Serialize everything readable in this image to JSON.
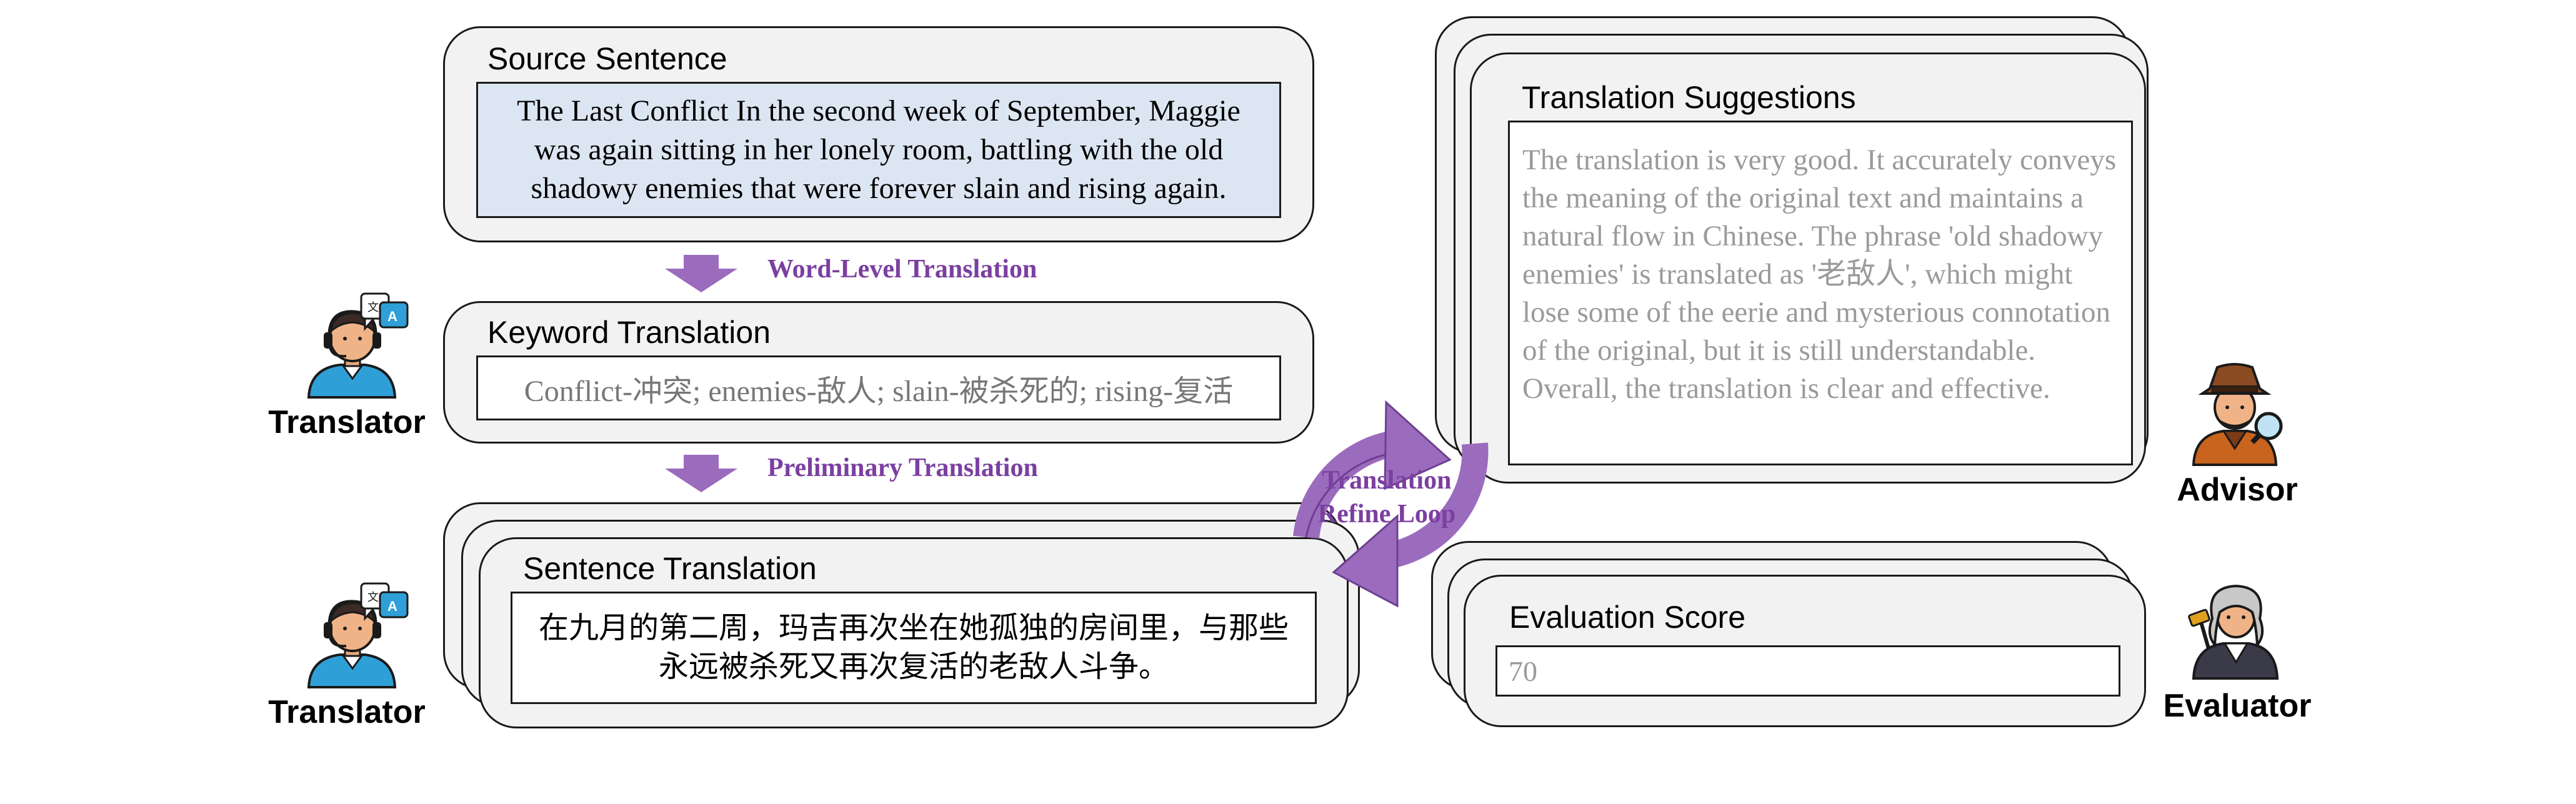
{
  "source": {
    "title": "Source Sentence",
    "text": "The Last Conflict In the second week of September, Maggie was again sitting in her lonely room, battling with the old shadowy enemies that were forever slain and rising again."
  },
  "steps": {
    "word_level": "Word-Level Translation",
    "preliminary": "Preliminary Translation"
  },
  "keyword": {
    "title": "Keyword Translation",
    "text": "Conflict-冲突; enemies-敌人; slain-被杀死的; rising-复活"
  },
  "sentence": {
    "title": "Sentence Translation",
    "text": "在九月的第二周，玛吉再次坐在她孤独的房间里，与那些永远被杀死又再次复活的老敌人斗争。"
  },
  "loop": {
    "line1": "Translation",
    "line2": "Refine Loop"
  },
  "suggestions": {
    "title": "Translation Suggestions",
    "text": "The translation is very good. It accurately conveys the meaning of the original text and maintains a natural flow in Chinese. The phrase 'old shadowy enemies' is translated as '老敌人', which might lose some of the eerie and mysterious connotation of the original, but it is still understandable. Overall, the translation is clear and effective."
  },
  "evaluation": {
    "title": "Evaluation Score",
    "score": "70"
  },
  "roles": {
    "translator_1": "Translator",
    "translator_2": "Translator",
    "advisor": "Advisor",
    "evaluator": "Evaluator"
  },
  "colors": {
    "accent_purple": "#9b6bbd",
    "label_purple": "#7b3fa0",
    "card_fill": "#f2f2f2",
    "source_fill": "#dce6f2",
    "muted_text": "#9a9a9a"
  },
  "icons": {
    "translator": "translator-headset-icon",
    "translate_bubble": "translate-bubble-icon",
    "advisor": "detective-magnifier-icon",
    "evaluator": "judge-gavel-icon",
    "step_arrow": "down-arrow-icon",
    "loop": "refresh-cycle-icon"
  }
}
